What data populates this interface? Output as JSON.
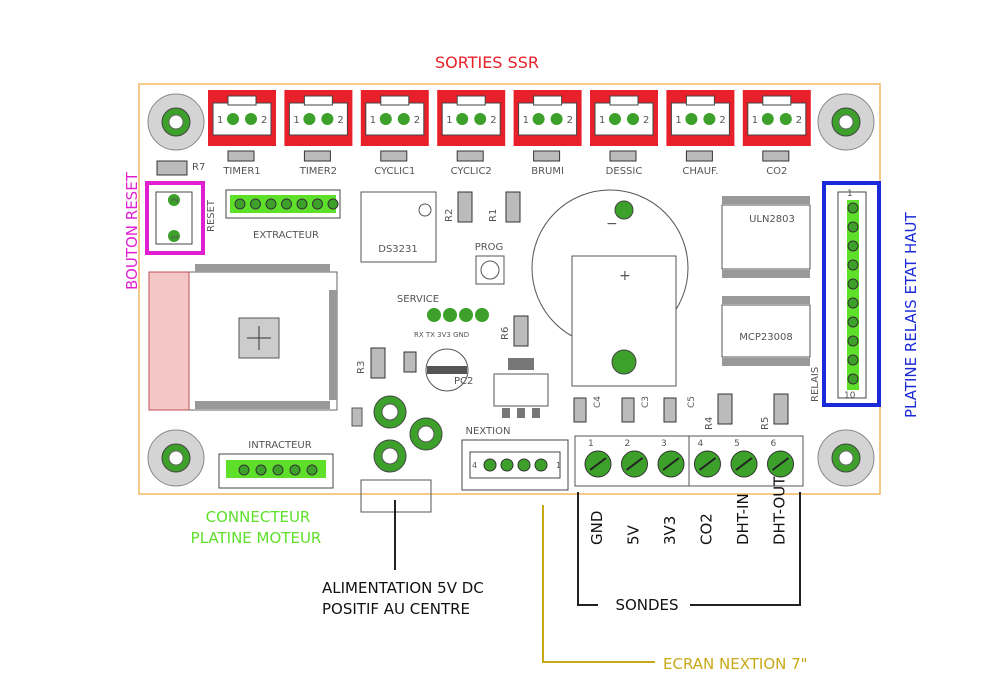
{
  "annotations": {
    "ssr_title": "SORTIES SSR",
    "reset_button": "BOUTON RESET",
    "relay_board": "PLATINE RELAIS ETAT HAUT",
    "motor_line1": "CONNECTEUR",
    "motor_line2": "PLATINE MOTEUR",
    "power_line1": "ALIMENTATION 5V DC",
    "power_line2": "POSITIF AU CENTRE",
    "sondes": "SONDES",
    "nextion": "ECRAN NEXTION 7\""
  },
  "ssr_outputs": [
    "TIMER1",
    "TIMER2",
    "CYCLIC1",
    "CYCLIC2",
    "BRUMI",
    "DESSIC",
    "CHAUF.",
    "CO2"
  ],
  "pin_labels": {
    "p1": "1",
    "p2": "2",
    "p10": "10",
    "p4": "4"
  },
  "sensor_pins": [
    "GND",
    "5V",
    "3V3",
    "CO2",
    "DHT-IN",
    "DHT-OUT"
  ],
  "sensor_numbers": [
    "1",
    "2",
    "3",
    "4",
    "5",
    "6"
  ],
  "silkscreen": {
    "r7": "R7",
    "reset": "RESET",
    "extracteur": "EXTRACTEUR",
    "ds3231": "DS3231",
    "r2": "R2",
    "r1": "R1",
    "prog": "PROG",
    "service": "SERVICE",
    "service_pins": "RX TX 3V3 GND",
    "r6": "R6",
    "r3": "R3",
    "pc2": "PC2",
    "intracteur": "INTRACTEUR",
    "nextion": "NEXTION",
    "uln": "ULN2803",
    "mcp": "MCP23008",
    "relais": "RELAIS",
    "c4": "C4",
    "c3": "C3",
    "c5": "C5",
    "r4": "R4",
    "r5": "R5",
    "minus": "−",
    "plus": "+"
  },
  "colors": {
    "ssr_red": "#e8202a",
    "reset_magenta": "#e020d0",
    "relay_blue": "#1a2ad8",
    "motor_green": "#5ee02a",
    "nextion_gold": "#c8a818",
    "board_outline": "#f0b860",
    "pad_green": "#3ca02a"
  }
}
